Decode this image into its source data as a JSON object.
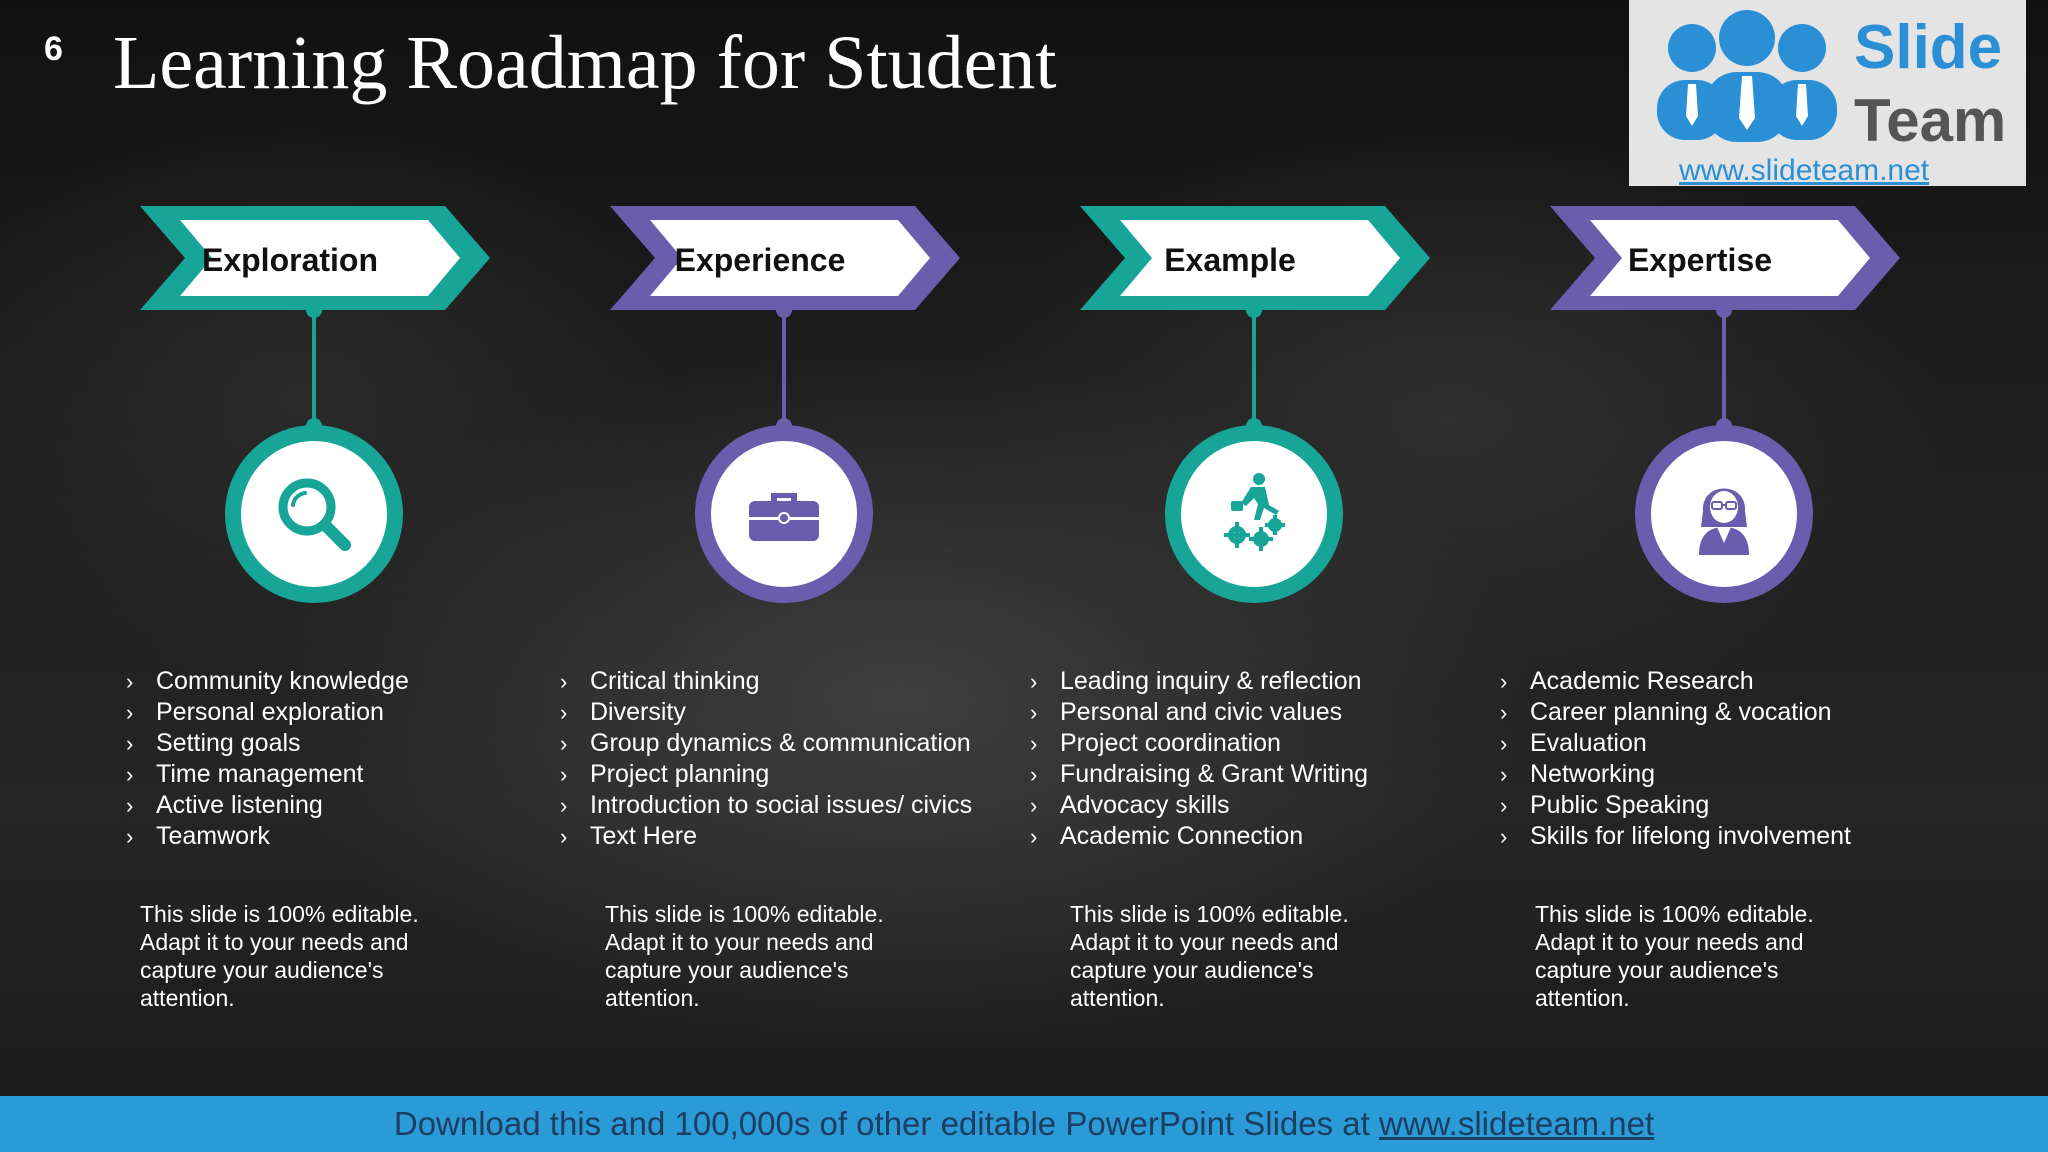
{
  "slide": {
    "number": "6",
    "title": "Learning Roadmap for Student"
  },
  "logo": {
    "line1": "Slide",
    "line2": "Team",
    "url": "www.slideteam.net"
  },
  "colors": {
    "teal": "#17a598",
    "purple": "#6a5dae",
    "footer_bg": "#2a9bd7"
  },
  "stages": [
    {
      "label": "Exploration",
      "color": "teal",
      "icon": "magnifying-glass-icon",
      "bullets": [
        "Community knowledge",
        "Personal exploration",
        "Setting goals",
        "Time management",
        "Active listening",
        "Teamwork"
      ],
      "description": "This slide is 100% editable. Adapt it to your needs and capture your audience's attention."
    },
    {
      "label": "Experience",
      "color": "purple",
      "icon": "briefcase-icon",
      "bullets": [
        "Critical thinking",
        "Diversity",
        "Group dynamics & communication",
        "Project planning",
        "Introduction to social issues/ civics",
        "Text Here"
      ],
      "description": "This slide is 100% editable. Adapt it to your needs and capture your audience's attention."
    },
    {
      "label": "Example",
      "color": "teal",
      "icon": "person-on-gears-icon",
      "bullets": [
        "Leading inquiry & reflection",
        "Personal and civic values",
        "Project coordination",
        "Fundraising & Grant Writing",
        "Advocacy skills",
        "Academic Connection"
      ],
      "description": "This slide is 100% editable. Adapt it to your needs and capture your audience's attention."
    },
    {
      "label": "Expertise",
      "color": "purple",
      "icon": "professional-woman-icon",
      "bullets": [
        "Academic Research",
        "Career planning & vocation",
        "Evaluation",
        "Networking",
        "Public Speaking",
        "Skills for lifelong involvement"
      ],
      "description": "This slide is 100% editable. Adapt it to your needs and capture your audience's attention."
    }
  ],
  "footer": {
    "text": "Download this and 100,000s of other editable PowerPoint Slides at ",
    "link": "www.slideteam.net"
  }
}
